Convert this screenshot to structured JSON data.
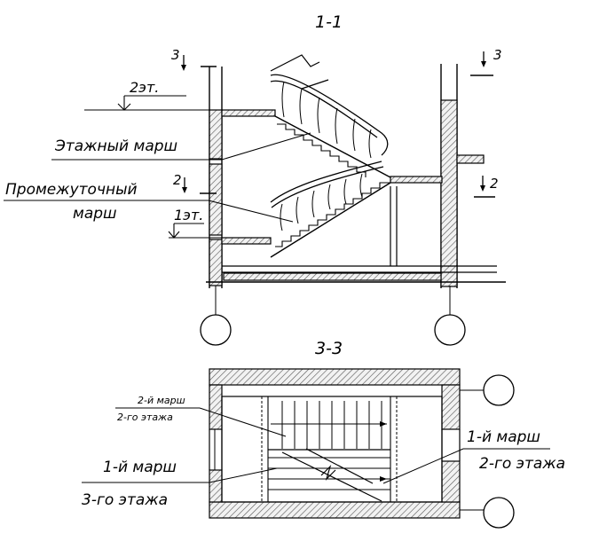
{
  "section_1": {
    "title": "1-1",
    "cut_mark_3_left": "3",
    "cut_mark_3_right": "3",
    "cut_mark_2_left": "2",
    "cut_mark_2_right": "2",
    "floor_2": "2эт.",
    "floor_1": "1эт.",
    "floor_flight": "Этажный марш",
    "intermediate_line1": "Промежуточный",
    "intermediate_line2": "марш"
  },
  "section_3": {
    "title": "3-3",
    "label_top_line1": "2-й марш",
    "label_top_line2": "2-го этажа",
    "label_bottom_left_line1": "1-й марш",
    "label_bottom_left_line2": "3-го этажа",
    "label_right_line1": "1-й марш",
    "label_right_line2": "2-го этажа"
  }
}
